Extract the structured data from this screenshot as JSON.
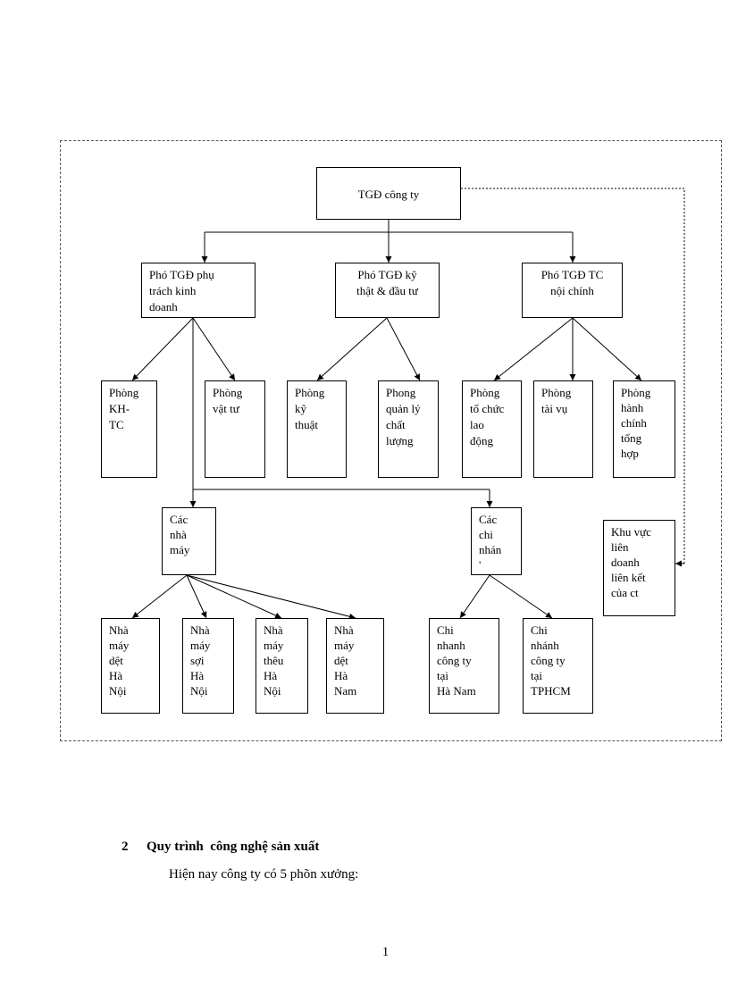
{
  "org_chart": {
    "root": "TGĐ công ty",
    "deputies": [
      {
        "lines": [
          "Phó TGĐ phụ",
          "trách kinh",
          "doanh"
        ]
      },
      {
        "lines": [
          "Phó TGĐ kỹ",
          "thật & đầu tư"
        ]
      },
      {
        "lines": [
          "Phó TGĐ TC",
          "nội chính"
        ]
      }
    ],
    "departments": [
      {
        "lines": [
          "Phòng",
          "KH-",
          "TC"
        ]
      },
      {
        "lines": [
          "Phòng",
          "vật tư"
        ]
      },
      {
        "lines": [
          "Phòng",
          "kỹ",
          "thuật"
        ]
      },
      {
        "lines": [
          "Phong",
          "quản lý",
          "chất",
          "lượng"
        ]
      },
      {
        "lines": [
          "Phòng",
          "tổ chức",
          "lao",
          "động"
        ]
      },
      {
        "lines": [
          "Phòng",
          "tài vụ"
        ]
      },
      {
        "lines": [
          "Phòng",
          "hành",
          "chính",
          "tổng",
          "hợp"
        ]
      }
    ],
    "groups": [
      {
        "lines": [
          "Các",
          "nhà",
          "máy"
        ]
      },
      {
        "lines": [
          "Các",
          "chi",
          "nhán",
          "'"
        ]
      }
    ],
    "factories": [
      {
        "lines": [
          "Nhà",
          "máy",
          "dệt",
          "Hà",
          "Nội"
        ]
      },
      {
        "lines": [
          "Nhà",
          "máy",
          "sợi",
          "Hà",
          "Nội"
        ]
      },
      {
        "lines": [
          "Nhà",
          "máy",
          "thêu",
          "Hà",
          "Nội"
        ]
      },
      {
        "lines": [
          "Nhà",
          "máy",
          "dệt",
          "Hà",
          "Nam"
        ]
      }
    ],
    "branches": [
      {
        "lines": [
          "Chi",
          "nhanh",
          "công ty",
          "tại",
          "Hà Nam"
        ]
      },
      {
        "lines": [
          "Chi",
          "nhánh",
          "công ty",
          "tại",
          "TPHCM"
        ]
      }
    ],
    "joint_venture": {
      "lines": [
        "Khu vực",
        "liên",
        "doanh",
        "liên  kết",
        "của ct"
      ]
    }
  },
  "section": {
    "number": "2",
    "title": "Quy trình  công nghệ sản xuất",
    "intro": "Hiện nay công ty có 5 phõn xưởng:"
  },
  "page_number": "1"
}
